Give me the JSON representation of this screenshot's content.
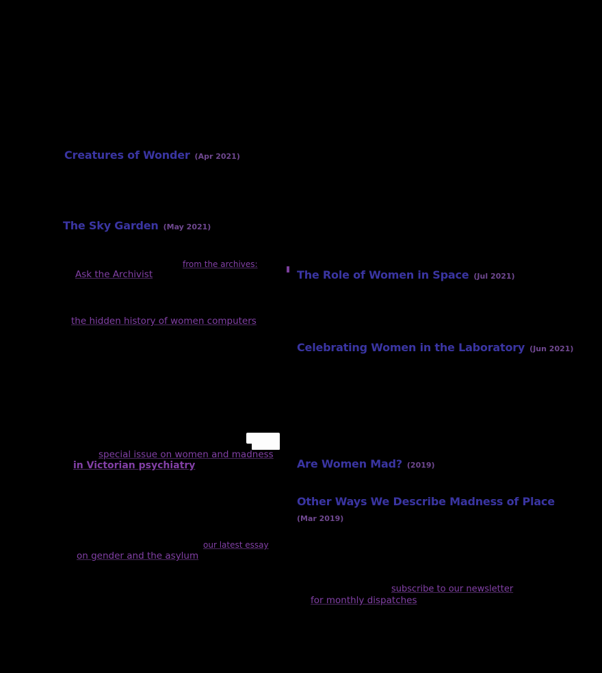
{
  "page": {
    "background_color": "#000000",
    "note_colors": {
      "title_link_blue": "#3a35a2",
      "date_purple": "#6f4890",
      "visited_link_purple": "#8240a6",
      "image_white": "#fdfdfd"
    }
  },
  "posts": [
    {
      "title": "Creatures of Wonder",
      "date": "(Apr 2021)"
    },
    {
      "title": "The Sky Garden",
      "date": "(May 2021)"
    },
    {
      "title": "The Role of Women in Space",
      "date": "(Jul 2021)"
    },
    {
      "title": "Celebrating Women in the Laboratory",
      "date": "(Jun 2021)"
    },
    {
      "title": "Are Women Mad?",
      "date": "(2019)"
    },
    {
      "title": "Other Ways We Describe Madness of Place",
      "date": "(Mar 2019)"
    }
  ],
  "inline_links": [
    {
      "text": "from the archives:"
    },
    {
      "text": "Ask the Archivist"
    },
    {
      "text": "the hidden history of women computers"
    },
    {
      "text": "special issue on women and madness"
    },
    {
      "text": "in Victorian psychiatry"
    },
    {
      "text": "our latest essay"
    },
    {
      "text": "on gender and the asylum"
    },
    {
      "text": "subscribe to our newsletter"
    },
    {
      "text": "for monthly dispatches"
    }
  ],
  "image": {
    "name": "white-inline-image"
  }
}
